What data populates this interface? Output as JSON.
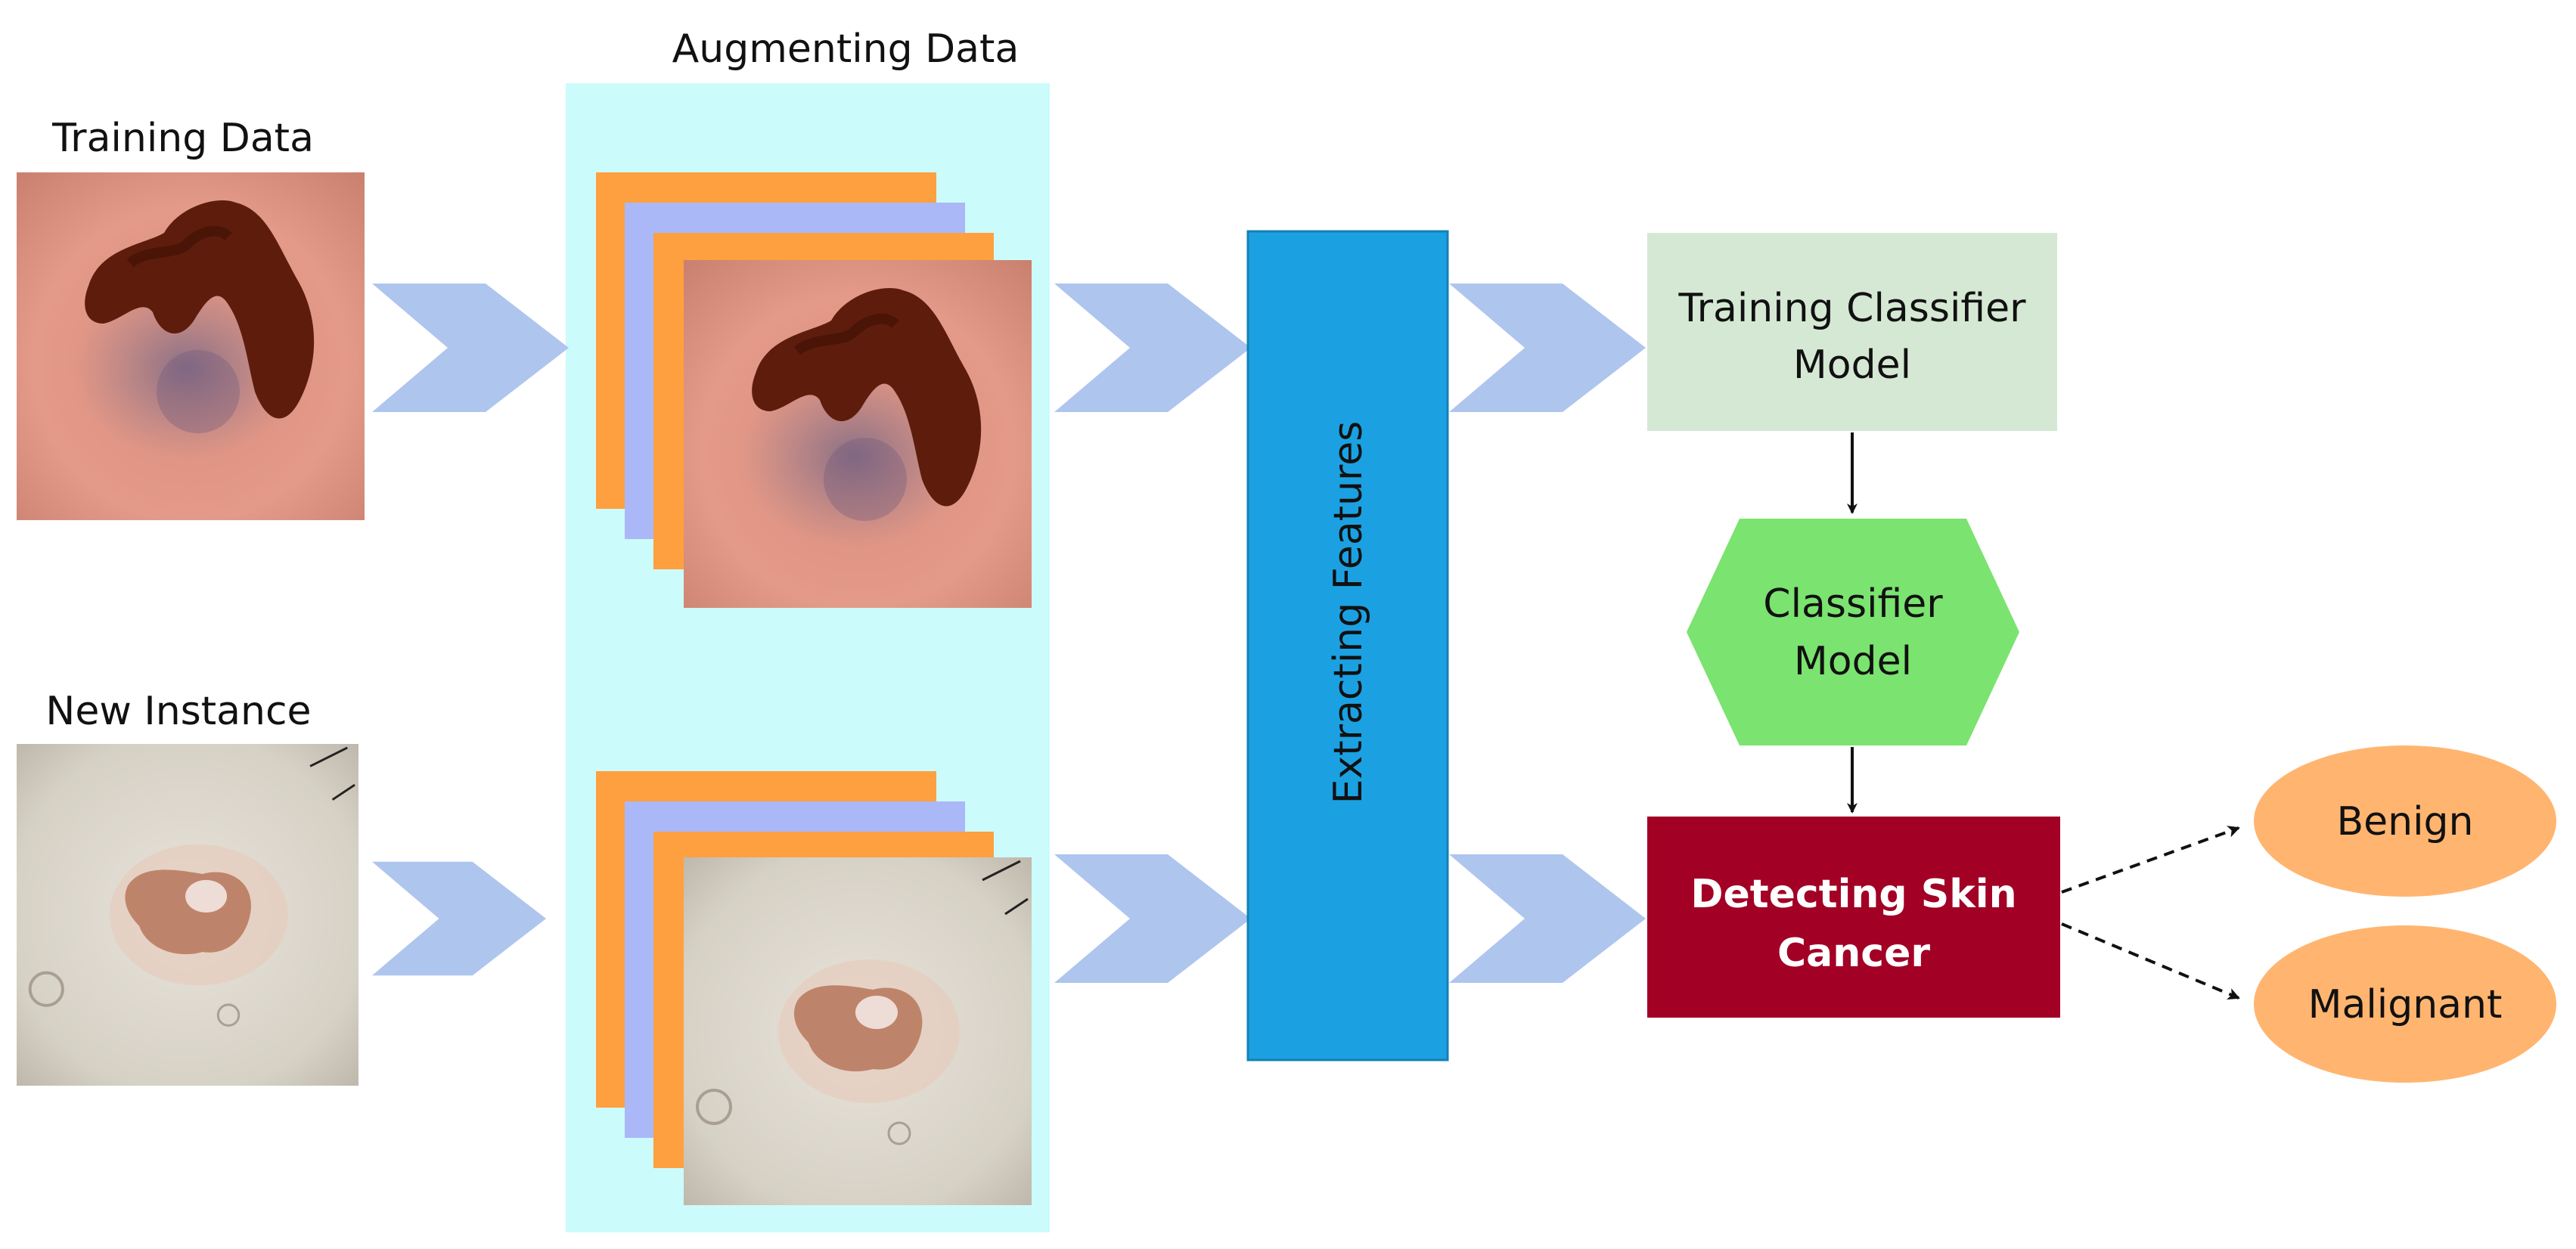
{
  "labels": {
    "training_data": "Training Data",
    "new_instance": "New Instance",
    "augmenting_data": "Augmenting Data",
    "extracting_features": "Extracting Features",
    "training_classifier_line1": "Training Classifier",
    "training_classifier_line2": "Model",
    "classifier_model_line1": "Classifier",
    "classifier_model_line2": "Model",
    "detecting_line1": "Detecting Skin",
    "detecting_line2": "Cancer",
    "benign": "Benign",
    "malignant": "Malignant"
  },
  "colors": {
    "augment_panel": "#ccfbfb",
    "layer_orange": "#ffa040",
    "layer_lavender": "#aab8f8",
    "feature_bar": "#1ba1e2",
    "chevron": "#aec5ee",
    "training_box": "#d5e8d4",
    "classifier_hex": "#7be36f",
    "detect_box": "#a20025",
    "outcome_ellipse": "#ffb570",
    "skin_training": "#e79d8a",
    "lesion_dark": "#5e1d0c",
    "skin_new": "#d8d3c8",
    "lesion_light": "#b06a4c"
  }
}
